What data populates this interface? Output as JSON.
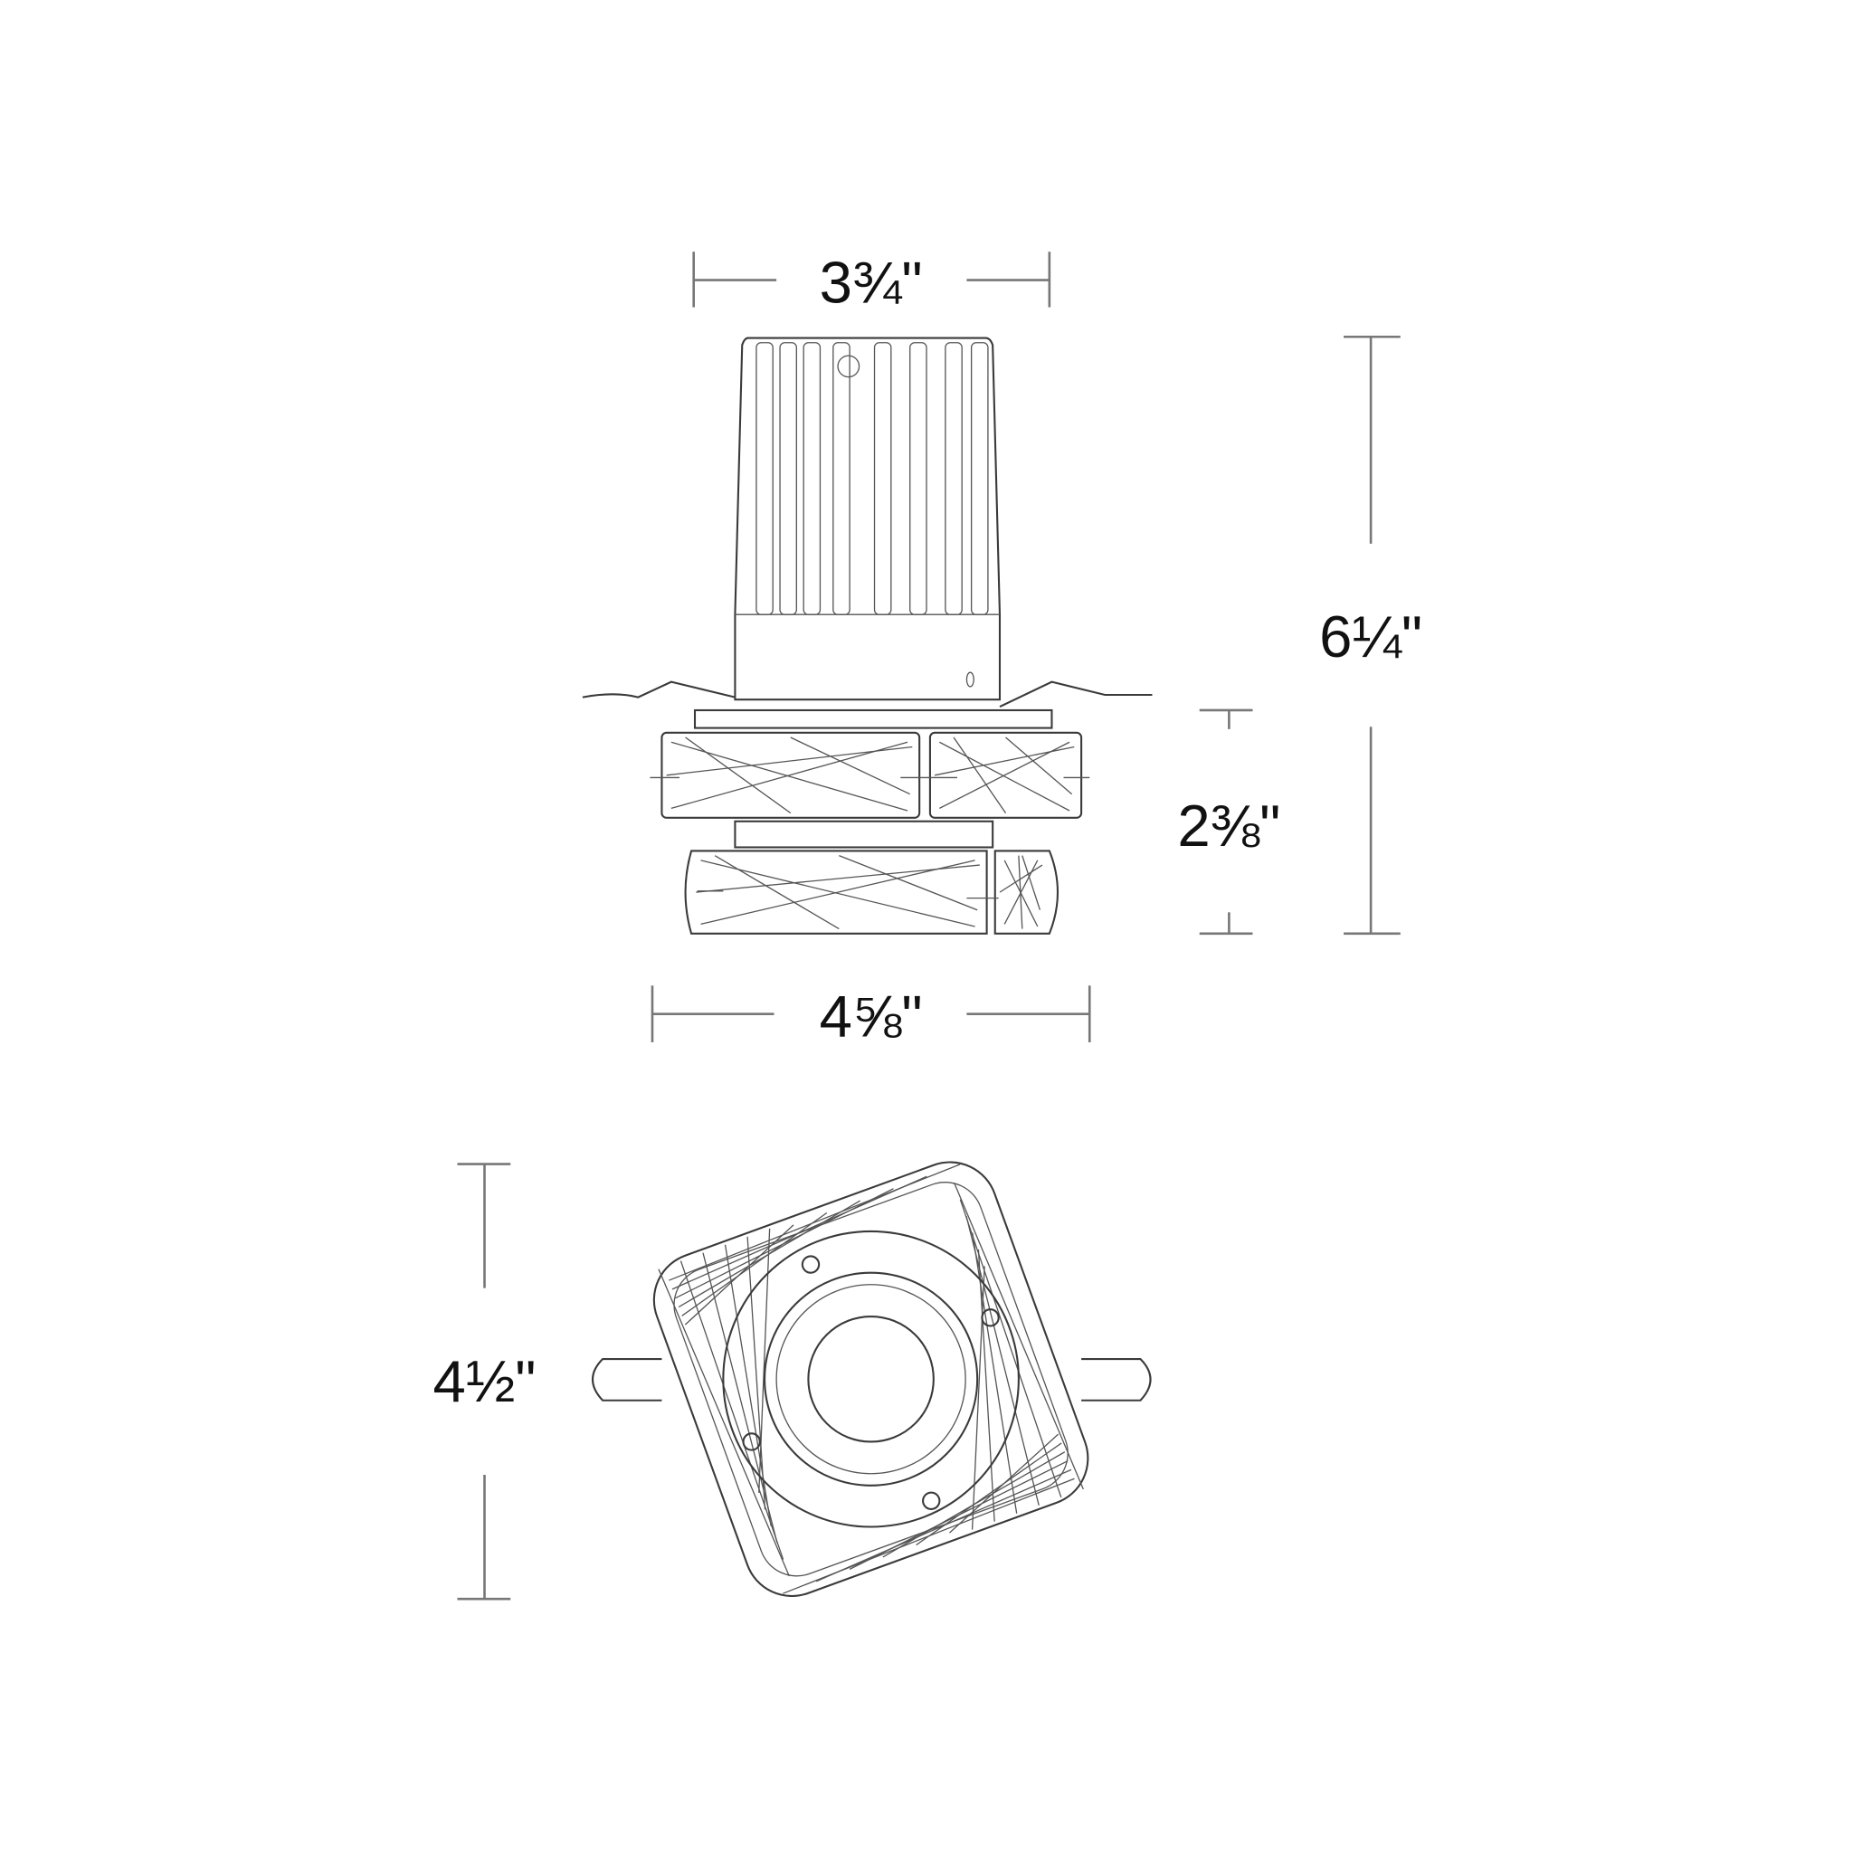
{
  "title": "Recessed downlight dimension drawing",
  "dimensions": {
    "heatsink_width": "3¾\"",
    "overall_height": "6¼\"",
    "trim_height": "2⅜\"",
    "trim_width": "4⅝\"",
    "bottom_view_size": "4½\""
  },
  "colors": {
    "line": "#3a3a3a",
    "dimension_line": "#777777",
    "background": "#ffffff"
  }
}
